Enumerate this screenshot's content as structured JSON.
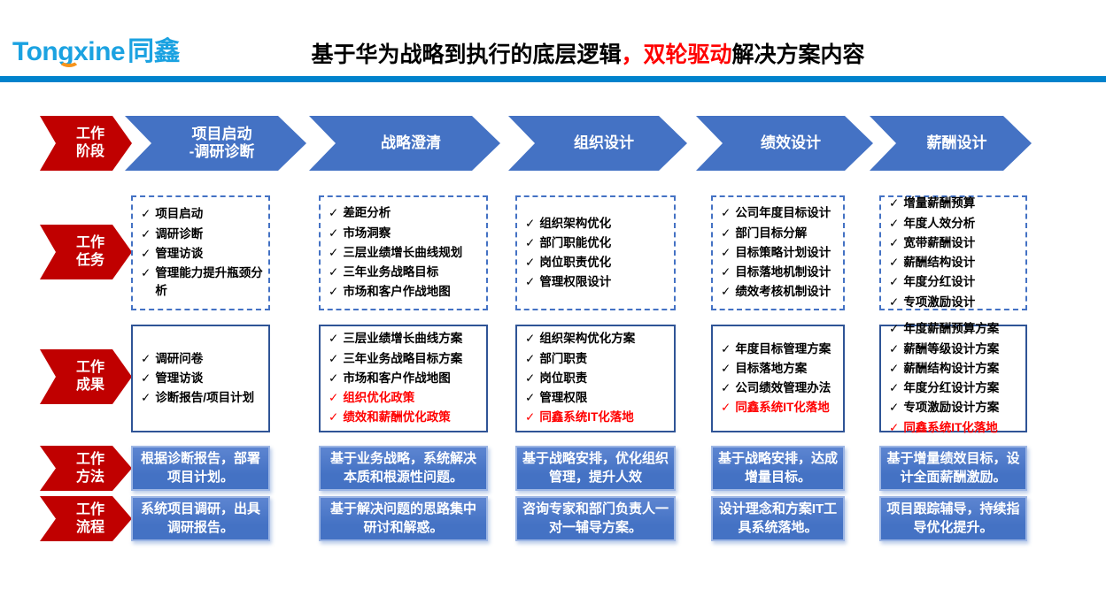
{
  "colors": {
    "accent_blue": "#4472C4",
    "accent_red": "#C00000",
    "red_text": "#FF0000",
    "divider_blue": "#0082CC",
    "logo_blue": "#1BA2E1",
    "logo_orange": "#F7941D",
    "solid_box_border": "#2F5496"
  },
  "icons": {
    "check": "✓"
  },
  "header": {
    "logo_latin": "Tongxine",
    "logo_cjk": "同鑫",
    "title_black1": "基于华为战略到执行的底层逻辑",
    "title_red": "，双轮驱动",
    "title_black2": "解决方案内容"
  },
  "labels": {
    "stage": [
      "工作",
      "阶段"
    ],
    "task": [
      "工作",
      "任务"
    ],
    "result": [
      "工作",
      "成果"
    ],
    "method": [
      "工作",
      "方法"
    ],
    "flow": [
      "工作",
      "流程"
    ]
  },
  "stages": [
    {
      "lines": [
        "项目启动",
        "-调研诊断"
      ]
    },
    {
      "lines": [
        "战略澄清"
      ]
    },
    {
      "lines": [
        "组织设计"
      ]
    },
    {
      "lines": [
        "绩效设计"
      ]
    },
    {
      "lines": [
        "薪酬设计"
      ]
    }
  ],
  "tasks": {
    "boxes": [
      [
        "项目启动",
        "调研诊断",
        "管理访谈",
        "管理能力提升瓶颈分析"
      ],
      [
        "差距分析",
        "市场洞察",
        "三层业绩增长曲线规划",
        "三年业务战略目标",
        "市场和客户作战地图"
      ],
      [
        "组织架构优化",
        "部门职能优化",
        "岗位职责优化",
        "管理权限设计"
      ],
      [
        "公司年度目标设计",
        "部门目标分解",
        "目标策略计划设计",
        "目标落地机制设计",
        "绩效考核机制设计"
      ],
      [
        "增量薪酬预算",
        "年度人效分析",
        "宽带薪酬设计",
        "薪酬结构设计",
        "年度分红设计",
        "专项激励设计"
      ]
    ]
  },
  "results": {
    "boxes": [
      [
        {
          "text": "调研问卷"
        },
        {
          "text": "管理访谈"
        },
        {
          "text": "诊断报告/项目计划"
        }
      ],
      [
        {
          "text": "三层业绩增长曲线方案"
        },
        {
          "text": "三年业务战略目标方案"
        },
        {
          "text": "市场和客户作战地图"
        },
        {
          "text": "组织优化政策",
          "red": true
        },
        {
          "text": "绩效和薪酬优化政策",
          "red": true
        }
      ],
      [
        {
          "text": "组织架构优化方案"
        },
        {
          "text": "部门职责"
        },
        {
          "text": "岗位职责"
        },
        {
          "text": "管理权限"
        },
        {
          "text": "同鑫系统IT化落地",
          "red": true
        }
      ],
      [
        {
          "text": "年度目标管理方案"
        },
        {
          "text": "目标落地方案"
        },
        {
          "text": "公司绩效管理办法"
        },
        {
          "text": "同鑫系统IT化落地",
          "red": true
        }
      ],
      [
        {
          "text": "年度薪酬预算方案"
        },
        {
          "text": "薪酬等级设计方案"
        },
        {
          "text": "薪酬结构设计方案"
        },
        {
          "text": "年度分红设计方案"
        },
        {
          "text": "专项激励设计方案"
        },
        {
          "text": "同鑫系统IT化落地",
          "red": true
        }
      ]
    ]
  },
  "methods": {
    "boxes": [
      "根据诊断报告，部署项目计划。",
      "基于业务战略，系统解决本质和根源性问题。",
      "基于战略安排，优化组织管理，提升人效",
      "基于战略安排，达成增量目标。",
      "基于增量绩效目标，设计全面薪酬激励。"
    ]
  },
  "process": {
    "boxes": [
      "系统项目调研，出具调研报告。",
      "基于解决问题的思路集中研讨和解惑。",
      "咨询专家和部门负责人一对一辅导方案。",
      "设计理念和方案IT工具系统落地。",
      "项目跟踪辅导，持续指导优化提升。"
    ]
  }
}
